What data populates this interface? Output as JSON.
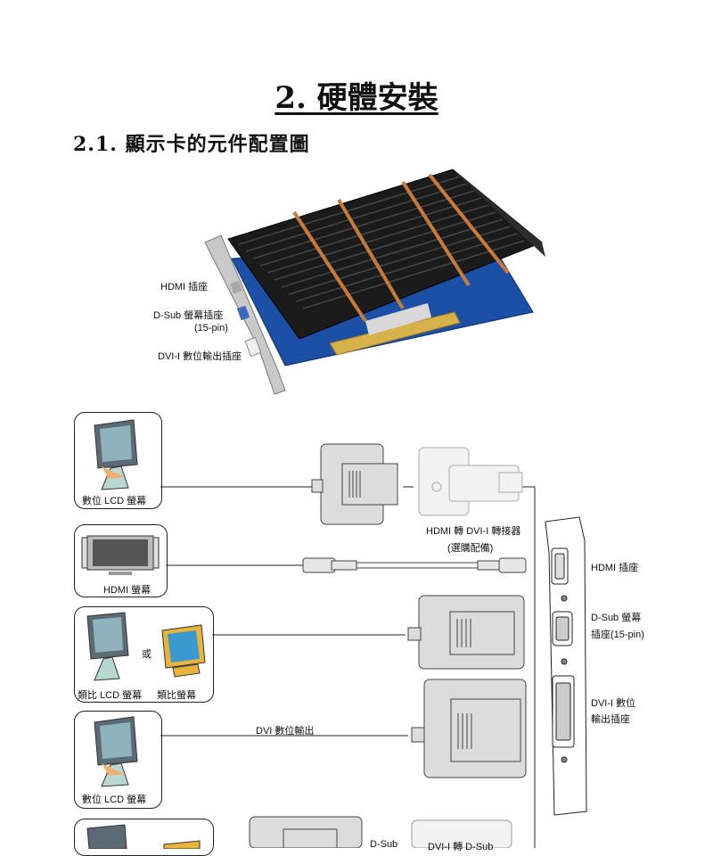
{
  "chapter_title": "2. 硬體安裝",
  "section_title": "2.1. 顯示卡的元件配置圖",
  "card_labels": {
    "hdmi": "HDMI 插座",
    "dsub": "D-Sub 螢幕插座",
    "dsub_pin": "(15-pin)",
    "dvi": "DVI-I 數位輸出插座"
  },
  "monitors": {
    "digital_lcd_1": "數位 LCD 螢幕",
    "hdmi": "HDMI 螢幕",
    "or": "或",
    "analog_lcd": "類比 LCD 螢幕",
    "analog_crt": "類比螢幕",
    "digital_lcd_2": "數位 LCD 螢幕"
  },
  "diagram": {
    "hdmi_adapter_line1": "HDMI 轉 DVI-I 轉接器",
    "hdmi_adapter_line2": "(選購配備)",
    "dvi_output": "DVI 數位輸出",
    "dsub_partial": "D-Sub",
    "dvi_dsub_partial": "DVI-I 轉 D-Sub"
  },
  "bracket_labels": {
    "hdmi": "HDMI 插座",
    "dsub_1": "D-Sub 螢幕",
    "dsub_2": "插座(15-pin)",
    "dvi_1": "DVI-I 數位",
    "dvi_2": "輸出插座"
  }
}
